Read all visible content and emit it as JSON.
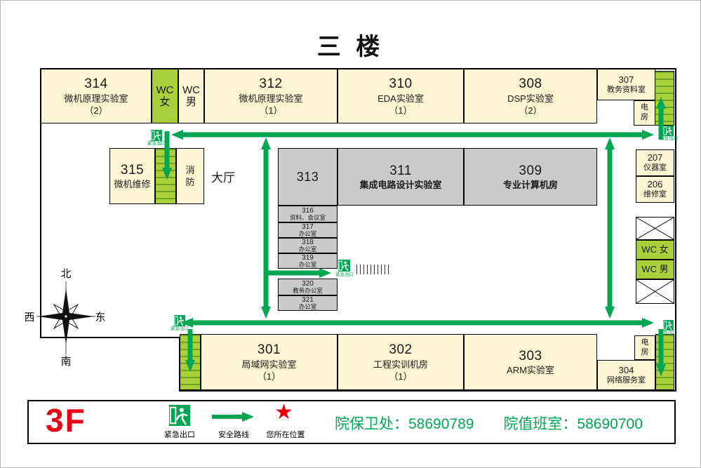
{
  "title": "三 楼",
  "rooms": {
    "r314": {
      "num": "314",
      "name": "微机原理实验室",
      "sub": "（2）"
    },
    "wc_f_top": {
      "l1": "WC",
      "l2": "女"
    },
    "wc_m_top": {
      "l1": "WC",
      "l2": "男"
    },
    "r312": {
      "num": "312",
      "name": "微机原理实验室",
      "sub": "（1）"
    },
    "r310": {
      "num": "310",
      "name": "EDA实验室",
      "sub": "（1）"
    },
    "r308": {
      "num": "308",
      "name": "DSP实验室",
      "sub": "（2）"
    },
    "r307": {
      "num": "307",
      "name": "教务资料室"
    },
    "power_top": {
      "l1": "电",
      "l2": "房"
    },
    "r315": {
      "num": "315",
      "name": "微机维修"
    },
    "fire": {
      "l1": "消",
      "l2": "防"
    },
    "hall": "大厅",
    "r313": {
      "num": "313"
    },
    "r311": {
      "num": "311",
      "name": "集成电路设计实验室"
    },
    "r309": {
      "num": "309",
      "name": "专业计算机房"
    },
    "r207": {
      "num": "207",
      "name": "仪器室"
    },
    "r206": {
      "num": "206",
      "name": "维修室"
    },
    "r316": {
      "num": "316",
      "name": "资料、会议室"
    },
    "r317": {
      "num": "317",
      "name": "办公室"
    },
    "r318": {
      "num": "318",
      "name": "办公室"
    },
    "r319": {
      "num": "319",
      "name": "办公室"
    },
    "r320": {
      "num": "320",
      "name": "教务办公室"
    },
    "r321": {
      "num": "321",
      "name": "办公室"
    },
    "wc_f_right": "WC 女",
    "wc_m_right": "WC 男",
    "r301": {
      "num": "301",
      "name": "局域网实验室",
      "sub": "（1）"
    },
    "r302": {
      "num": "302",
      "name": "工程实训机房",
      "sub": "（1）"
    },
    "r303": {
      "num": "303",
      "name": "ARM实验室"
    },
    "power_bottom": {
      "l1": "电",
      "l2": "房"
    },
    "r304": {
      "num": "304",
      "name": "网络服务室"
    }
  },
  "compass": {
    "north": "北",
    "south": "南",
    "east": "东",
    "west": "西"
  },
  "exit_label": "紧急出口",
  "legend": {
    "floor": "3F",
    "exit": "紧急出口",
    "route": "安全路线",
    "location": "您所在位置",
    "security_office": "院保卫处：58690789",
    "duty_office": "院值班室：58690700"
  },
  "colors": {
    "room_cream": "#FBF5D2",
    "room_green": "#A9CF3B",
    "room_gray": "#CACBCD",
    "route_green": "#00A651",
    "accent_red": "#E60012"
  }
}
